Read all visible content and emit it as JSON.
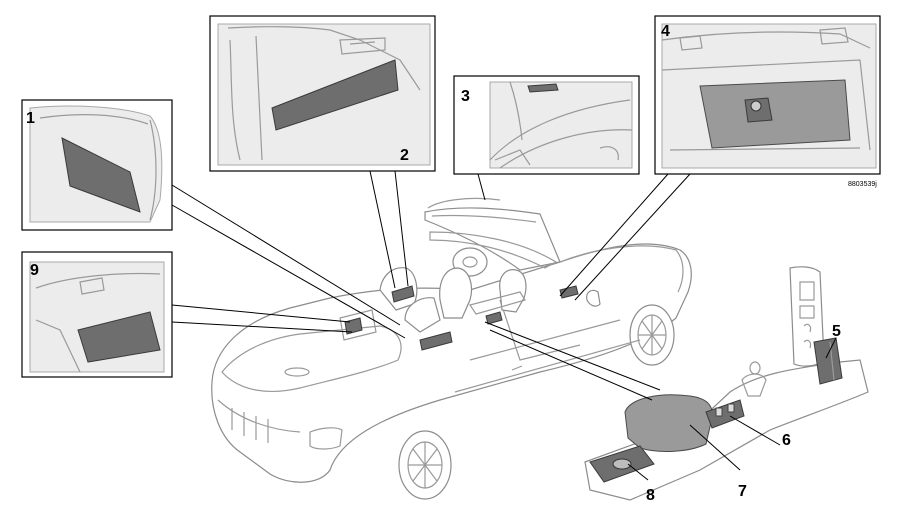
{
  "figure_code": "8803539j",
  "callouts": {
    "c1": "1",
    "c2": "2",
    "c3": "3",
    "c4": "4",
    "c5": "5",
    "c6": "6",
    "c7": "7",
    "c8": "8",
    "c9": "9"
  }
}
